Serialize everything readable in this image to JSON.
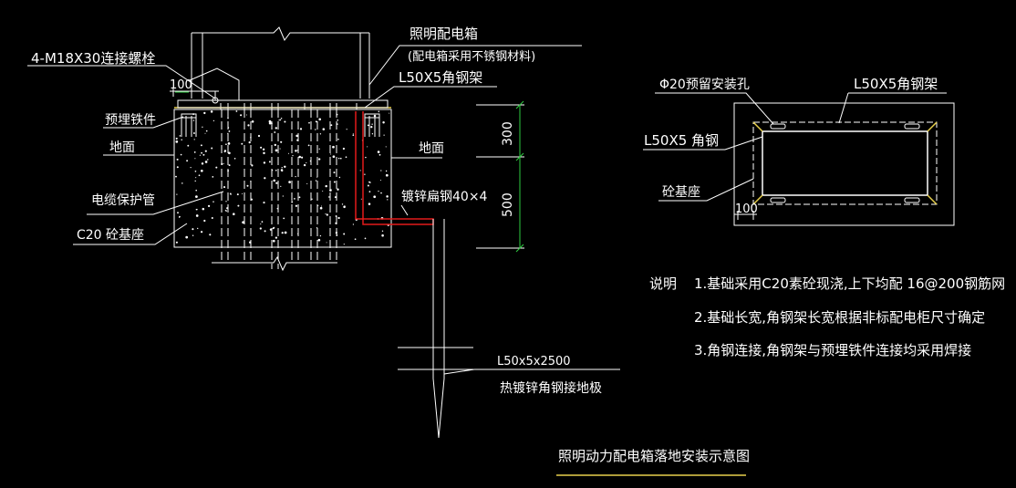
{
  "labels": {
    "box_title": "照明配电箱",
    "box_note": "(配电箱采用不锈钢材料)",
    "bolt": "4-M18X30连接螺栓",
    "dim_100_left": "100",
    "embedded_part": "预埋铁件",
    "ground_left": "地面",
    "angle_frame_top": "L50X5角钢架",
    "ground_right": "地面",
    "cable_pipe": "电缆保护管",
    "base_left": "C20 砼基座",
    "flat_steel": "镀锌扁钢40×4",
    "dim_300": "300",
    "dim_500": "500",
    "electrode_spec": "L50x5x2500",
    "electrode_name": "热镀锌角钢接地极",
    "plan_hole": "Φ20预留安装孔",
    "plan_frame": "L50X5角钢架",
    "plan_angle": "L50X5 角钢",
    "plan_base": "砼基座",
    "dim_100_plan": "100"
  },
  "notes": {
    "heading": "说明",
    "items": [
      "1.基础采用C20素砼现浇,上下均配 16@200钢筋网",
      "2.基础长宽,角钢架长宽根据非标配电柜尺寸确定",
      "3.角钢连接,角钢架与预埋铁件连接均采用焊接"
    ]
  },
  "title": "照明动力配电箱落地安装示意图",
  "colors": {
    "background": "#000000",
    "line": "#ffffff",
    "dimension": "#2ecc40",
    "grounding": "#e31b1b",
    "angle_frame": "#e8d04c",
    "title_underline": "#e8d04c"
  }
}
